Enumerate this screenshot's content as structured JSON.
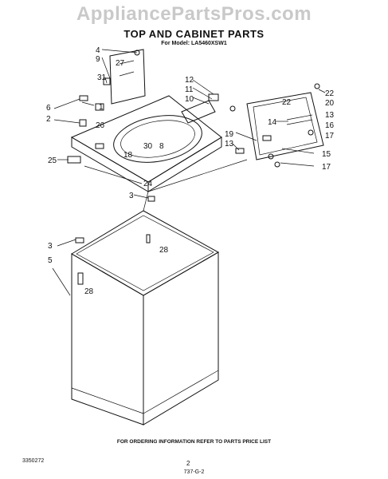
{
  "watermark": "AppliancePartsPros.com",
  "header": {
    "title": "TOP AND CABINET PARTS",
    "model_line": "For Model: LA5460XSW1"
  },
  "callouts": {
    "c1": "1",
    "c2": "2",
    "c3a": "3",
    "c3b": "3",
    "c4": "4",
    "c5": "5",
    "c6": "6",
    "c8": "8",
    "c9": "9",
    "c10": "10",
    "c11": "11",
    "c12": "12",
    "c13a": "13",
    "c13b": "13",
    "c14": "14",
    "c15": "15",
    "c16": "16",
    "c17a": "17",
    "c17b": "17",
    "c18": "18",
    "c19": "19",
    "c20": "20",
    "c22a": "22",
    "c22b": "22",
    "c24": "24",
    "c25": "25",
    "c26": "26",
    "c27": "27",
    "c28a": "28",
    "c28b": "28",
    "c30": "30",
    "c31": "31"
  },
  "footer": {
    "doc_number": "3350272",
    "ordering_note": "FOR ORDERING INFORMATION REFER TO PARTS PRICE LIST",
    "page": "2",
    "code": "737-G-2"
  }
}
